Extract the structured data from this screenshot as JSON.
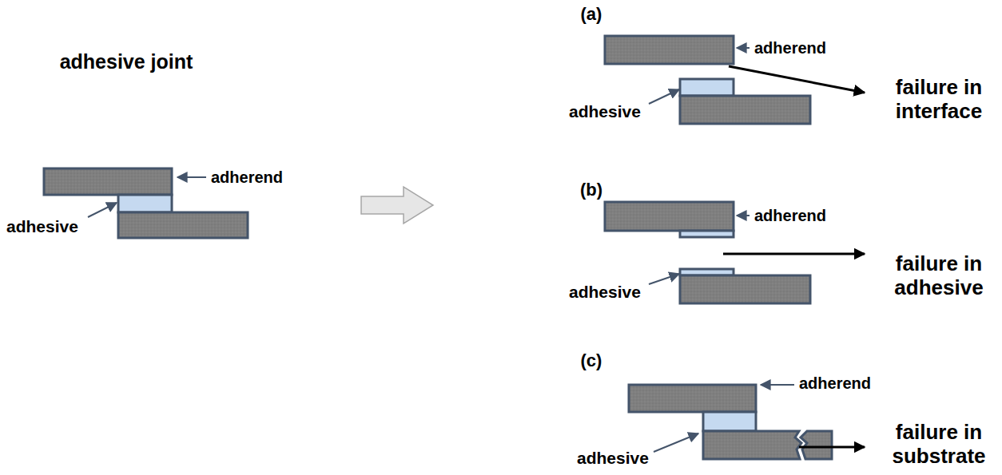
{
  "diagram": {
    "labels": [
      "adhesive joint",
      "adherend",
      "adhesive",
      "(a)",
      "adherend",
      "adhesive",
      "failure in interface",
      "(b)",
      "adherend",
      "failure in adhesive",
      "adhesive",
      "(c)",
      "adherend",
      "adhesive",
      "failure in substrate"
    ]
  }
}
